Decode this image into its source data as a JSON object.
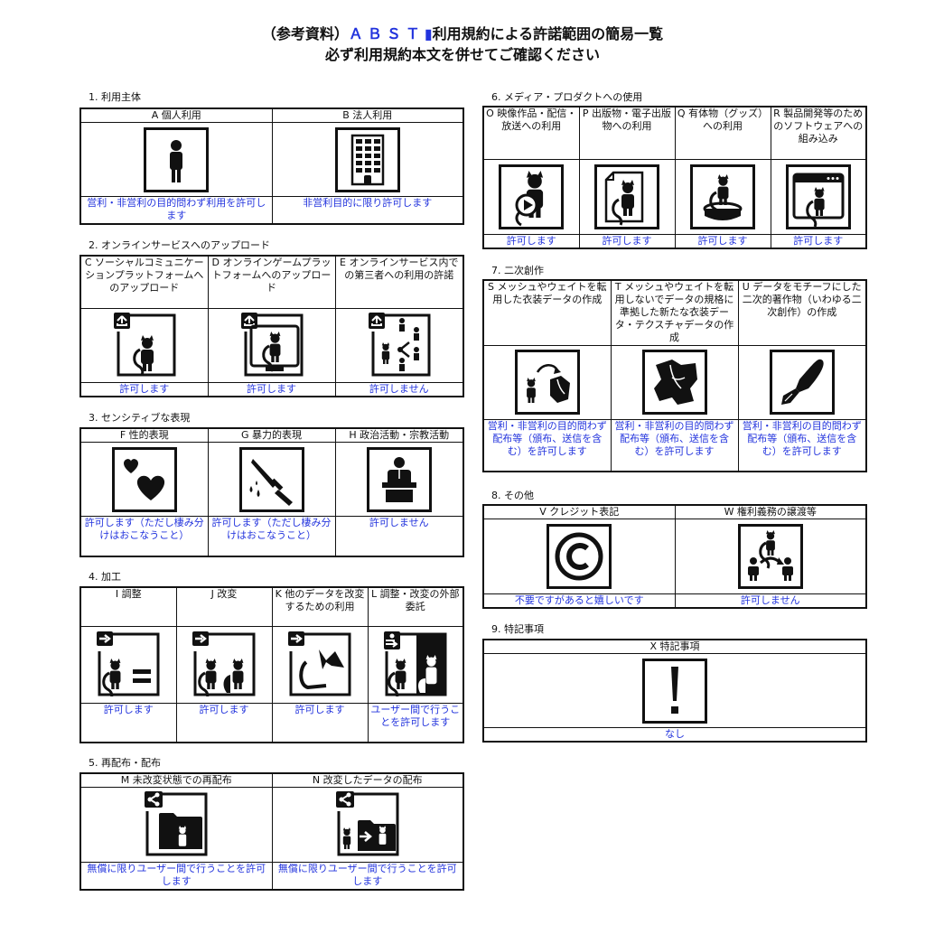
{
  "header": {
    "title_prefix": "（参考資料）",
    "title_highlight": "ＡＢＳＴ",
    "title_bar": "▮",
    "title_suffix": "利用規約による許諾範囲の簡易一覧",
    "subtitle": "必ず利用規約本文を併せてご確認ください"
  },
  "colors": {
    "accent_blue": "#2233dd",
    "border": "#111111",
    "background": "#ffffff"
  },
  "sections": {
    "s1": {
      "label": "1.  利用主体",
      "items": [
        {
          "header": "A 個人利用",
          "icon": "person-icon",
          "value": "営利・非営利の目的問わず利用を許可します"
        },
        {
          "header": "B 法人利用",
          "icon": "office-building-icon",
          "value": "非営利目的に限り許可します"
        }
      ]
    },
    "s2": {
      "label": "2.  オンラインサービスへのアップロード",
      "items": [
        {
          "header": "C ソーシャルコミュニケーションプラットフォームへのアップロード",
          "icon": "upload-avatar-icon",
          "value": "許可します"
        },
        {
          "header": "D オンラインゲームプラットフォームへのアップロード",
          "icon": "upload-monitor-avatar-icon",
          "value": "許可します"
        },
        {
          "header": "E オンラインサービス内での第三者への利用の許諾",
          "icon": "upload-share-users-icon",
          "value": "許可しません"
        }
      ]
    },
    "s3": {
      "label": "3.  センシティブな表現",
      "items": [
        {
          "header": "F 性的表現",
          "icon": "hearts-icon",
          "value": "許可します（ただし棲み分けはおこなうこと）"
        },
        {
          "header": "G 暴力的表現",
          "icon": "knife-blood-icon",
          "value": "許可します（ただし棲み分けはおこなうこと）"
        },
        {
          "header": "H 政治活動・宗教活動",
          "icon": "podium-speaker-icon",
          "value": "許可しません"
        }
      ]
    },
    "s4": {
      "label": "4.  加工",
      "items": [
        {
          "header": "I 調整",
          "icon": "adjust-equal-icon",
          "value": "許可します"
        },
        {
          "header": "J 改変",
          "icon": "modify-avatar-icon",
          "value": "許可します"
        },
        {
          "header": "K 他のデータを改変するための利用",
          "icon": "parts-reuse-icon",
          "value": "許可します"
        },
        {
          "header": "L 調整・改変の外部委託",
          "icon": "outsource-icon",
          "value": "ユーザー間で行うことを許可します"
        }
      ]
    },
    "s5": {
      "label": "5.  再配布・配布",
      "items": [
        {
          "header": "M 未改変状態での再配布",
          "icon": "share-folder-icon",
          "value": "無償に限りユーザー間で行うことを許可します"
        },
        {
          "header": "N 改変したデータの配布",
          "icon": "share-modified-folder-icon",
          "value": "無償に限りユーザー間で行うことを許可します"
        }
      ]
    },
    "s6": {
      "label": "6.  メディア・プロダクトへの使用",
      "items": [
        {
          "header": "O 映像作品・配信・放送への利用",
          "icon": "video-play-avatar-icon",
          "value": "許可します"
        },
        {
          "header": "P 出版物・電子出版物への利用",
          "icon": "document-avatar-icon",
          "value": "許可します"
        },
        {
          "header": "Q 有体物（グッズ）への利用",
          "icon": "figure-goods-icon",
          "value": "許可します"
        },
        {
          "header": "R 製品開発等のためのソフトウェアへの組み込み",
          "icon": "software-window-icon",
          "value": "許可します"
        }
      ]
    },
    "s7": {
      "label": "7.  二次創作",
      "items": [
        {
          "header": "S メッシュやウェイトを転用した衣装データの作成",
          "icon": "avatar-to-clothing-icon",
          "value": "営利・非営利の目的問わず配布等（頒布、送信を含む）を許可します"
        },
        {
          "header": "T メッシュやウェイトを転用しないでデータの規格に準拠した新たな衣装データ・テクスチャデータの作成",
          "icon": "clothing-icon",
          "value": "営利・非営利の目的問わず配布等（頒布、送信を含む）を許可します"
        },
        {
          "header": "U データをモチーフにした二次的著作物（いわゆる二次創作）の作成",
          "icon": "fountain-pen-icon",
          "value": "営利・非営利の目的問わず配布等（頒布、送信を含む）を許可します"
        }
      ]
    },
    "s8": {
      "label": "8.  その他",
      "items": [
        {
          "header": "V クレジット表記",
          "icon": "copyright-icon",
          "value": "不要ですがあると嬉しいです"
        },
        {
          "header": "W 権利義務の譲渡等",
          "icon": "rights-transfer-icon",
          "value": "許可しません"
        }
      ]
    },
    "s9": {
      "label": "9.  特記事項",
      "items": [
        {
          "header": "X 特記事項",
          "icon": "exclamation-icon",
          "value": "なし"
        }
      ]
    }
  }
}
